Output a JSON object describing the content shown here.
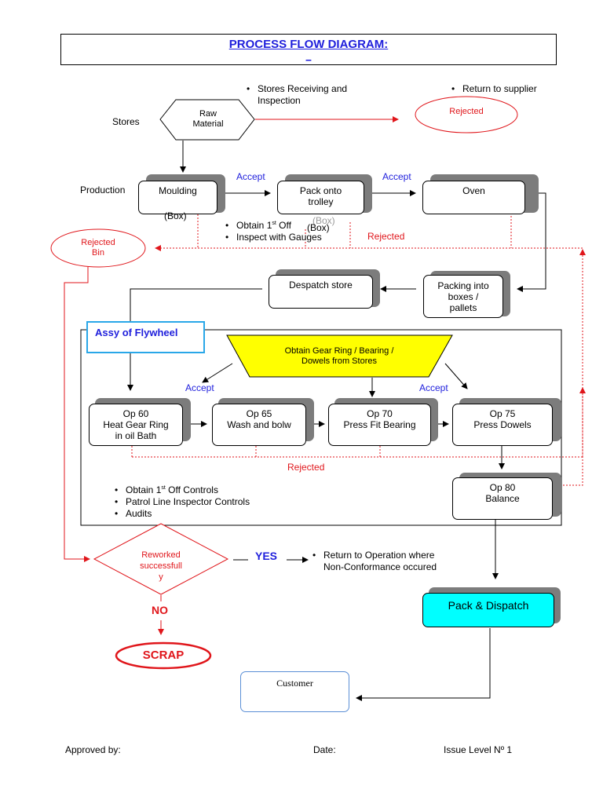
{
  "title": "PROCESS FLOW DIAGRAM:",
  "title_sub": "_",
  "top": {
    "stores_label": "Stores",
    "raw_material_line1": "Raw",
    "raw_material_line2": "Material",
    "stores_receiving_line1": "Stores Receiving and",
    "stores_receiving_line2": "Inspection",
    "return_to_supplier": "Return to supplier",
    "rejected": "Rejected"
  },
  "production": {
    "label": "Production",
    "moulding": "Moulding",
    "box1": "(Box)",
    "accept1": "Accept",
    "pack_line1": "Pack onto",
    "pack_line2": "trolley",
    "box2": "(Box)",
    "box2_ghost": "(Box)",
    "accept2": "Accept",
    "oven": "Oven",
    "obtain_first_off": "Obtain 1",
    "obtain_first_off_sup": "st",
    "obtain_first_off_rest": " Off",
    "inspect_gauges": "Inspect with Gauges",
    "rejected": "Rejected",
    "rejected_bin_line1": "Rejected",
    "rejected_bin_line2": "Bin"
  },
  "despatch": {
    "despatch_store": "Despatch store",
    "packing_line1": "Packing into",
    "packing_line2": "boxes /",
    "packing_line3": "pallets"
  },
  "assy": {
    "title": "Assy of Flywheel",
    "gear_line1": "Obtain Gear Ring / Bearing /",
    "gear_line2": "Dowels from Stores",
    "accept_left": "Accept",
    "accept_right": "Accept",
    "op60_line1": "Op 60",
    "op60_line2": "Heat Gear Ring",
    "op60_line3": "in oil Bath",
    "op65_line1": "Op 65",
    "op65_line2": "Wash and bolw",
    "op70_line1": "Op 70",
    "op70_line2": "Press Fit Bearing",
    "op75_line1": "Op 75",
    "op75_line2": "Press Dowels",
    "op80_line1": "Op 80",
    "op80_line2": "Balance",
    "rejected": "Rejected",
    "controls": [
      {
        "text": "Obtain 1",
        "sup": "st",
        "rest": " Off Controls"
      },
      {
        "text": "Patrol Line Inspector  Controls",
        "sup": "",
        "rest": ""
      },
      {
        "text": "Audits",
        "sup": "",
        "rest": ""
      }
    ]
  },
  "bottom": {
    "reworked_line1": "Reworked",
    "reworked_line2": "successfull",
    "reworked_line3": "y",
    "yes": "YES",
    "return_line1": "Return to Operation where",
    "return_line2": "Non-Conformance occured",
    "no": "NO",
    "scrap": "SCRAP",
    "pack_dispatch": "Pack & Dispatch",
    "customer": "Customer"
  },
  "footer": {
    "approved_by": "Approved by:",
    "date": "Date:",
    "issue_level": "Issue Level Nº 1"
  },
  "colors": {
    "blue": "#1f1fdc",
    "red": "#e0161b",
    "yellow": "#ffff00",
    "cyan": "#00ffff",
    "shadow": "#7c7c7c",
    "assy_border": "#29a7e8"
  }
}
